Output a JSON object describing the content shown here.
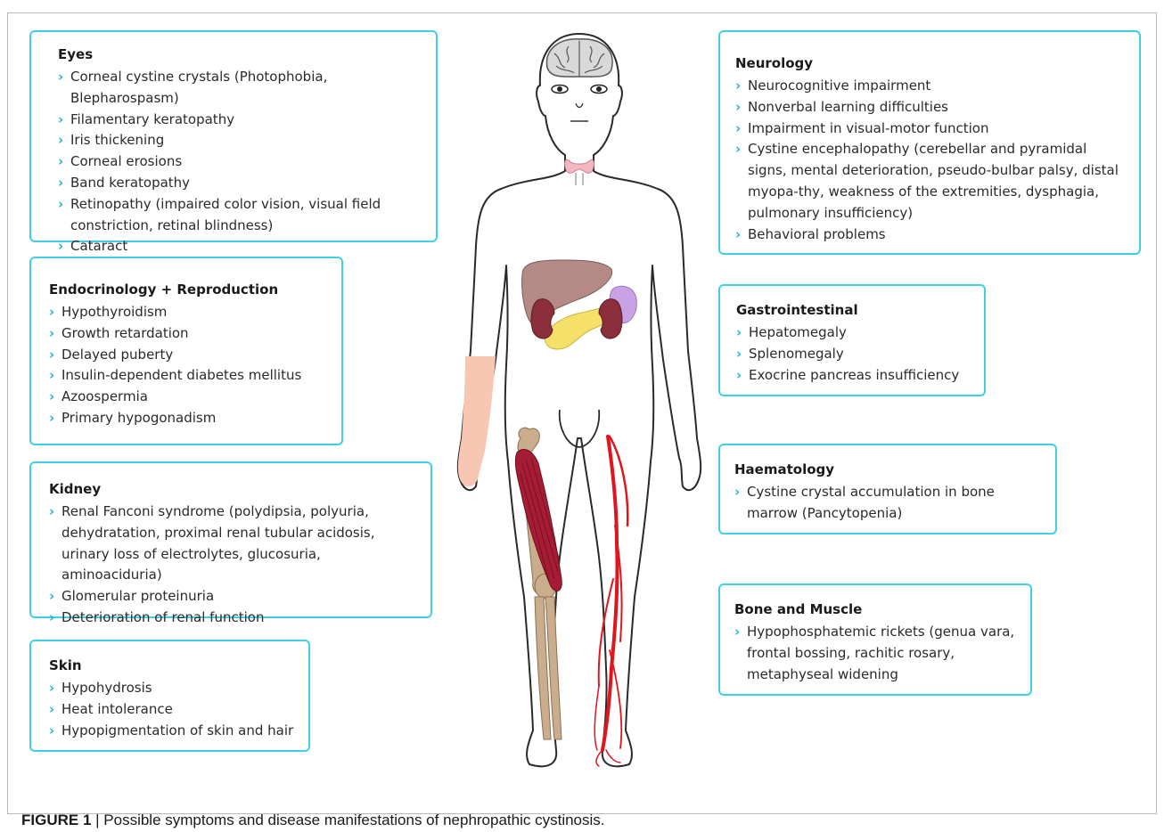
{
  "sections": {
    "eyes": {
      "title": "Eyes",
      "items": [
        "Corneal cystine crystals (Photophobia, Blepharospasm)",
        "Filamentary keratopathy",
        "Iris thickening",
        "Corneal erosions",
        "Band keratopathy",
        "Retinopathy (impaired color vision, visual field constriction, retinal blindness)",
        "Cataract"
      ]
    },
    "endocrinology": {
      "title": "Endocrinology + Reproduction",
      "items": [
        "Hypothyroidism",
        "Growth retardation",
        "Delayed puberty",
        "Insulin-dependent diabetes mellitus",
        "Azoospermia",
        "Primary hypogonadism"
      ]
    },
    "kidney": {
      "title": "Kidney",
      "items": [
        "Renal Fanconi syndrome (polydipsia, polyuria, dehydratation, proximal renal tubular acidosis, urinary loss of electrolytes, glucosuria, aminoaciduria)",
        "Glomerular proteinuria",
        "Deterioration of renal function"
      ]
    },
    "skin": {
      "title": "Skin",
      "items": [
        "Hypohydrosis",
        "Heat intolerance",
        "Hypopigmentation of skin and hair"
      ]
    },
    "neurology": {
      "title": "Neurology",
      "items": [
        "Neurocognitive impairment",
        "Nonverbal learning difficulties",
        "Impairment in visual-motor function",
        "Cystine encephalopathy (cerebellar and pyramidal signs, mental deterioration, pseudo-bulbar palsy, distal myopa-thy, weakness of the extremities, dysphagia, pulmonary insufficiency)",
        "Behavioral problems"
      ]
    },
    "gastrointestinal": {
      "title": "Gastrointestinal",
      "items": [
        "Hepatomegaly",
        "Splenomegaly",
        "Exocrine pancreas insufficiency"
      ]
    },
    "haematology": {
      "title": "Haematology",
      "items": [
        "Cystine crystal accumulation in bone marrow (Pancytopenia)"
      ]
    },
    "bone_muscle": {
      "title": "Bone and Muscle",
      "items": [
        "Hypophosphatemic rickets (genua vara, frontal bossing, rachitic rosary, metaphyseal widening"
      ]
    }
  },
  "caption": {
    "label": "FIGURE 1",
    "separator": " | ",
    "text": "Possible symptoms and disease manifestations of nephropathic cystinosis."
  },
  "colors": {
    "box_border": "#3fd0e8",
    "bullet": "#1fb6cf",
    "liver": "#b48a86",
    "kidney": "#8b2f3c",
    "spleen": "#c9a2e6",
    "pancreas": "#f5e06a",
    "thyroid": "#f4b6c0",
    "skin_patch": "#f7c7b3",
    "bone": "#c9ad8c",
    "muscle": "#a61c34",
    "artery": "#e0151e"
  }
}
